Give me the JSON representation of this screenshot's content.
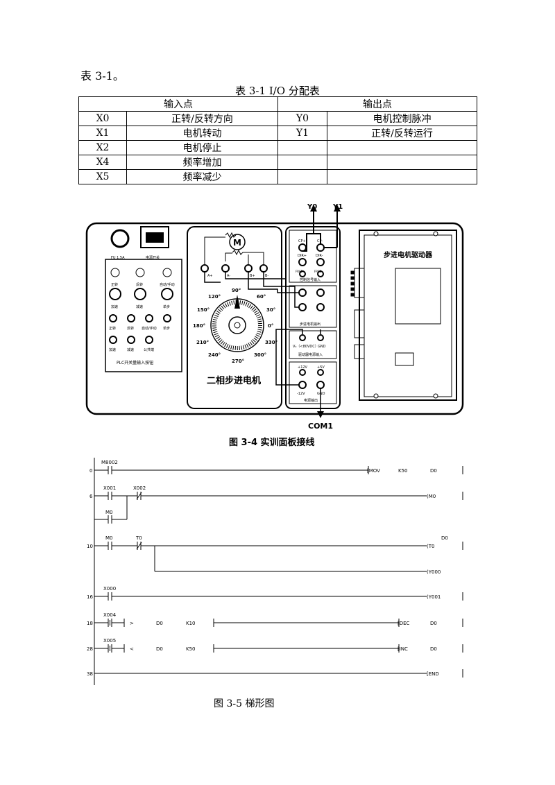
{
  "intro": "表 3-1。",
  "table": {
    "caption": "表 3-1    I/O 分配表",
    "input_header": "输入点",
    "output_header": "输出点",
    "rows": [
      {
        "in_addr": "X0",
        "in_desc": "正转/反转方向",
        "out_addr": "Y0",
        "out_desc": "电机控制脉冲"
      },
      {
        "in_addr": "X1",
        "in_desc": "电机转动",
        "out_addr": "Y1",
        "out_desc": "正转/反转运行"
      },
      {
        "in_addr": "X2",
        "in_desc": "电机停止",
        "out_addr": "",
        "out_desc": ""
      },
      {
        "in_addr": "X4",
        "in_desc": "频率增加",
        "out_addr": "",
        "out_desc": ""
      },
      {
        "in_addr": "X5",
        "in_desc": "频率减少",
        "out_addr": "",
        "out_desc": ""
      }
    ]
  },
  "figure34": {
    "caption": "图 3-4    实训面板接线",
    "labels": {
      "y0": "Y0",
      "y1": "Y1",
      "com1": "COM1",
      "fuse": "FU 1.5A",
      "power_switch": "电源开关",
      "sw_forward": "正转",
      "sw_reverse": "反转",
      "sw_auto": "自动/手动",
      "btn_up": "加速",
      "btn_down": "减速",
      "btn_step": "单步",
      "term_forward": "正转",
      "term_reverse": "反转",
      "term_auto": "自动/手动",
      "term_step": "单步",
      "term_up": "加速",
      "term_down": "减速",
      "term_common": "公共端",
      "plc_panel": "PLC开关量输入按钮",
      "motor": "M",
      "a_plus": "A+",
      "a_minus": "A-",
      "b_plus": "B+",
      "b_minus": "B-",
      "deg_90": "90°",
      "deg_120": "120°",
      "deg_60": "60°",
      "deg_150": "150°",
      "deg_30": "30°",
      "deg_180": "180°",
      "deg_0": "0°",
      "deg_210": "210°",
      "deg_330": "330°",
      "deg_240": "240°",
      "deg_300": "300°",
      "deg_270": "270°",
      "motor_name": "二相步进电机",
      "cp_plus": "CP+",
      "cp_minus": "CP-",
      "dir_plus": "DIR+",
      "dir_minus": "DIR-",
      "free_plus": "FREE+",
      "free_minus": "FREE-",
      "ctrl_input": "控制信号输入",
      "step_out": "步进电机输出",
      "vdc": "V₀（<80VDC）",
      "gnd": "GND",
      "drive_power": "驱动器电源输入",
      "p12": "+12V",
      "p5": "+5V",
      "m12": "-12V",
      "gnd2": "GND",
      "power_out": "电源输出",
      "driver": "步进电机驱动器"
    }
  },
  "figure35": {
    "caption": "图 3-5    梯形图",
    "rungs": [
      {
        "step": "0",
        "contacts": [
          "M8002"
        ],
        "output": "[MOV",
        "args": [
          "K50",
          "D0"
        ]
      },
      {
        "step": "6",
        "contacts": [
          "X001",
          "X002",
          "M0"
        ],
        "output": "(M0",
        "args": []
      },
      {
        "step": "10",
        "contacts": [
          "M0",
          "T0"
        ],
        "output": "(T0",
        "args": [
          "D0",
          "(Y000"
        ]
      },
      {
        "step": "16",
        "contacts": [
          "X000"
        ],
        "output": "(Y001",
        "args": []
      },
      {
        "step": "18",
        "contacts": [
          "X004",
          ">",
          "D0",
          "K10"
        ],
        "output": "[DEC",
        "args": [
          "D0"
        ]
      },
      {
        "step": "28",
        "contacts": [
          "X005",
          "<",
          "D0",
          "K50"
        ],
        "output": "[INC",
        "args": [
          "D0"
        ]
      },
      {
        "step": "38",
        "contacts": [],
        "output": "[END",
        "args": []
      }
    ]
  }
}
